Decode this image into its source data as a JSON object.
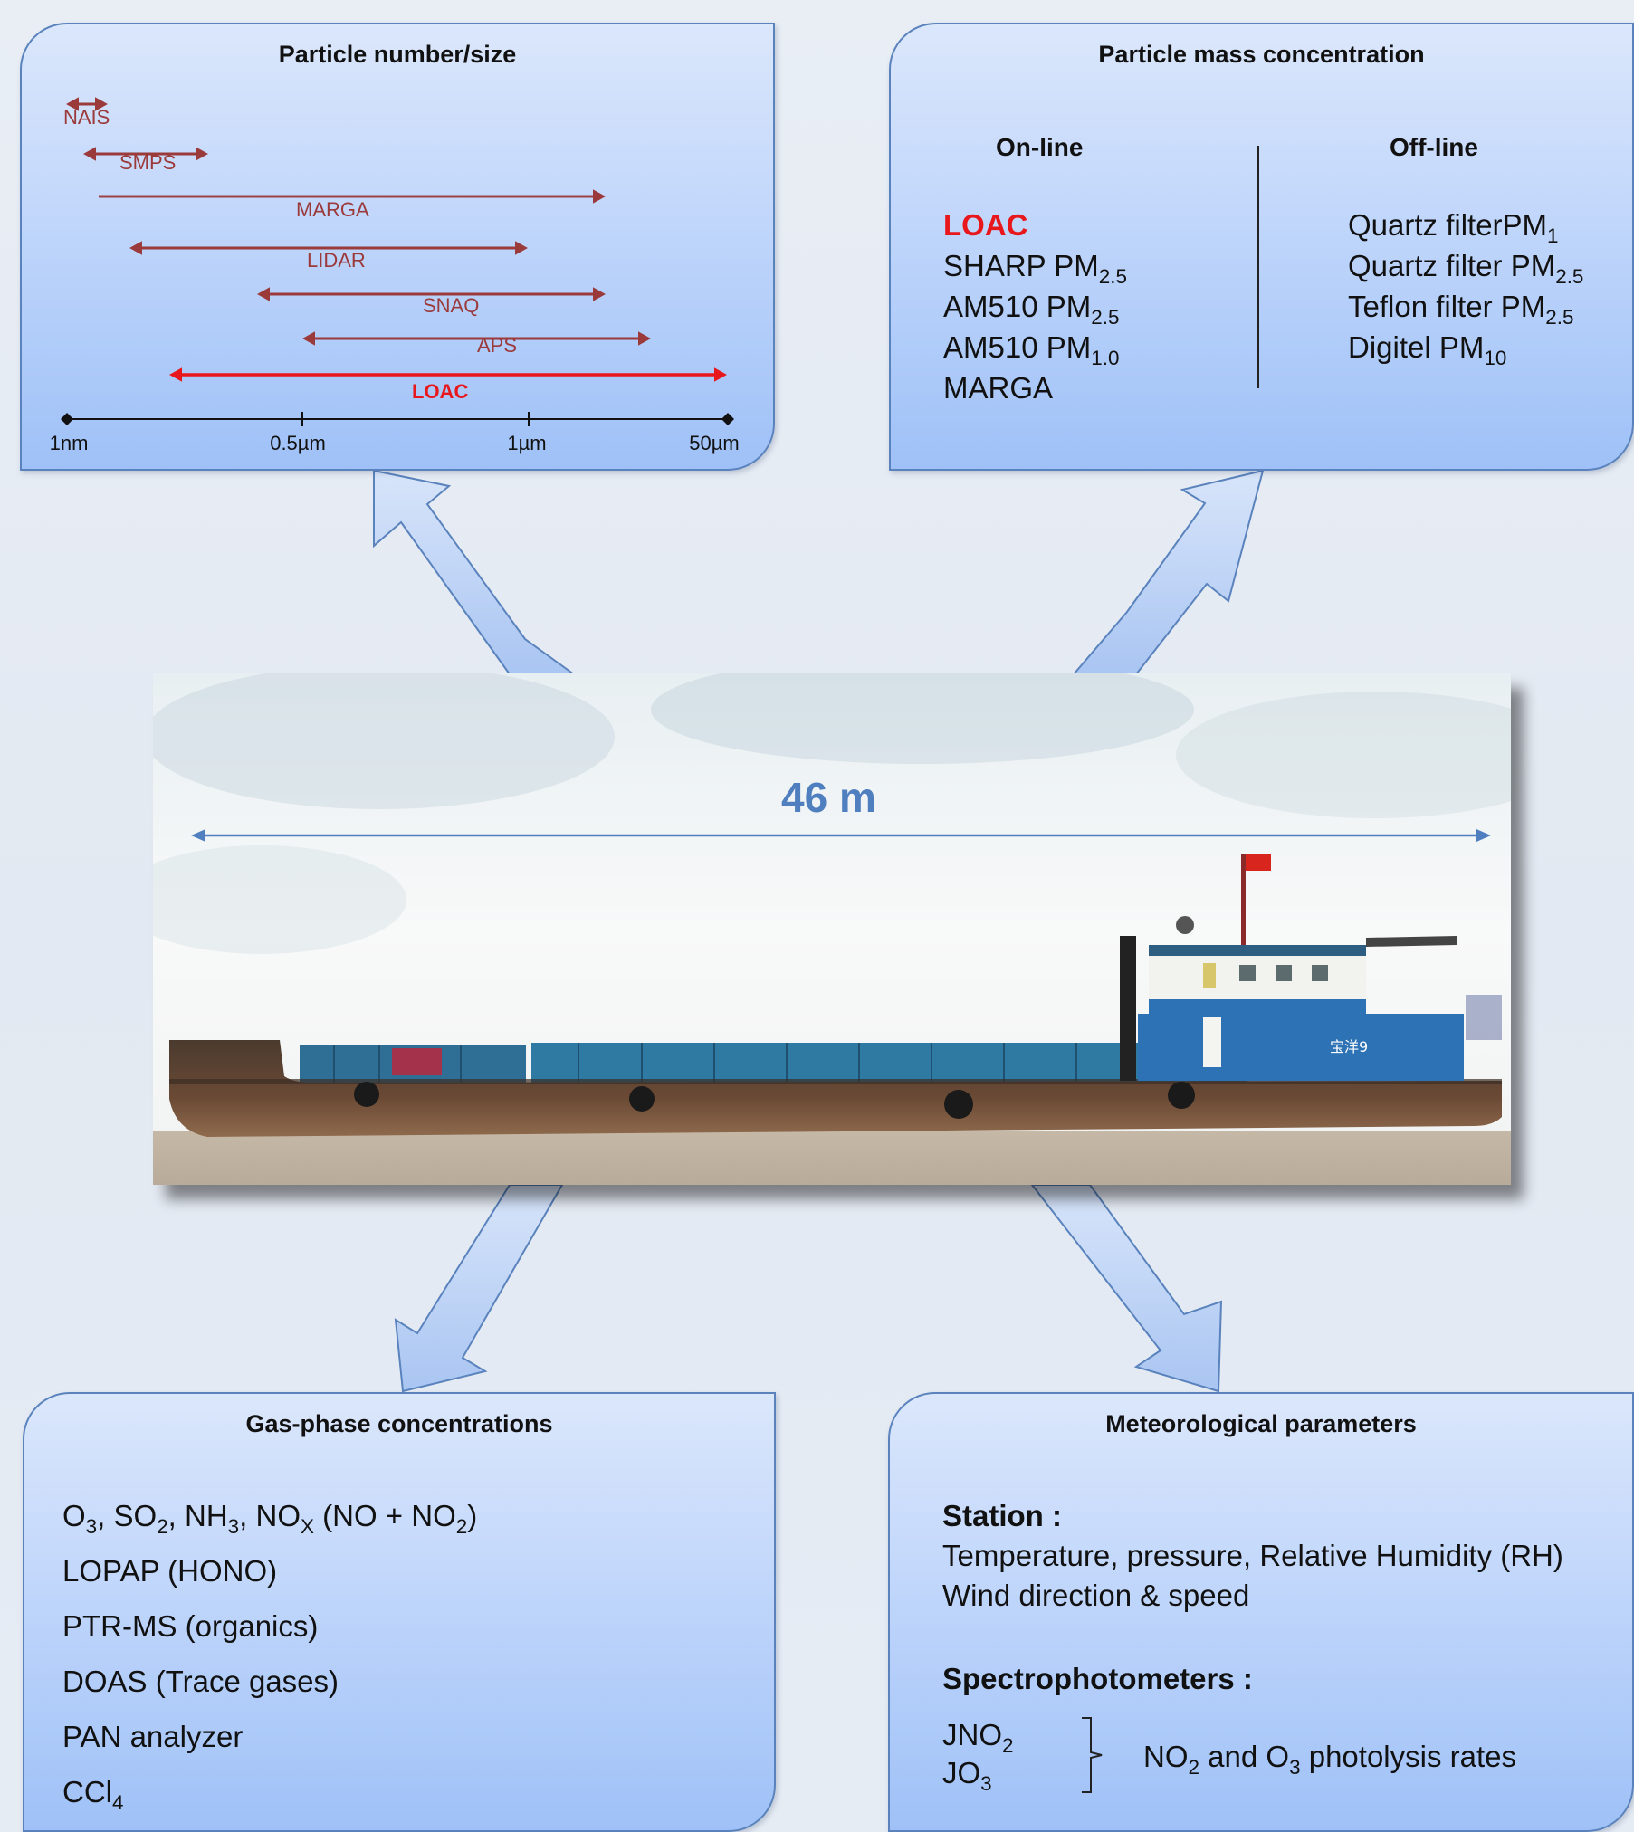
{
  "panels": {
    "size": {
      "title": "Particle number/size",
      "instruments": [
        {
          "name": "NAIS",
          "color": "#9b3a3a"
        },
        {
          "name": "SMPS",
          "color": "#9b3a3a"
        },
        {
          "name": "MARGA",
          "color": "#9b3a3a"
        },
        {
          "name": "LIDAR",
          "color": "#9b3a3a"
        },
        {
          "name": "SNAQ",
          "color": "#9b3a3a"
        },
        {
          "name": "APS",
          "color": "#9b3a3a"
        },
        {
          "name": "LOAC",
          "color": "#e8171b"
        }
      ],
      "axis_ticks": [
        "1nm",
        "0.5µm",
        "1µm",
        "50µm"
      ]
    },
    "mass": {
      "title": "Particle mass concentration",
      "online_header": "On-line",
      "offline_header": "Off-line",
      "online_items": [
        {
          "text": "LOAC",
          "sub": "",
          "highlight": true
        },
        {
          "text": "SHARP  PM",
          "sub": "2.5",
          "highlight": false
        },
        {
          "text": "AM510 PM",
          "sub": "2.5",
          "highlight": false
        },
        {
          "text": "AM510 PM",
          "sub": "1.0",
          "highlight": false
        },
        {
          "text": "MARGA",
          "sub": "",
          "highlight": false
        }
      ],
      "offline_items": [
        {
          "text": "Quartz filterPM",
          "sub": "1"
        },
        {
          "text": "Quartz filter PM",
          "sub": "2.5"
        },
        {
          "text": "Teflon  filter PM",
          "sub": "2.5"
        },
        {
          "text": "Digitel PM",
          "sub": "10"
        }
      ]
    },
    "gas": {
      "title": "Gas-phase concentrations",
      "items": [
        "O3,  SO2, NH3, NOX (NO + NO2)",
        "LOPAP (HONO)",
        "PTR-MS (organics)",
        "DOAS (Trace gases)",
        "PAN analyzer",
        "CCl4"
      ]
    },
    "meteo": {
      "title": "Meteorological parameters",
      "station_label": "Station :",
      "station_items": [
        "Temperature, pressure, Relative Humidity (RH)",
        "Wind direction & speed"
      ],
      "spectro_label": "Spectrophotometers :",
      "spectro_items": [
        "JNO2",
        "JO3"
      ],
      "spectro_note": "NO2 and O3 photolysis rates"
    }
  },
  "photo": {
    "length_label": "46 m",
    "ship_marking": "宝洋9"
  },
  "colors": {
    "instrument": "#9b3a3a",
    "highlight": "#e8171b",
    "dimension": "#4f7fbf",
    "arrow_fill": "#b9cff2",
    "arrow_stroke": "#5a83bd"
  }
}
